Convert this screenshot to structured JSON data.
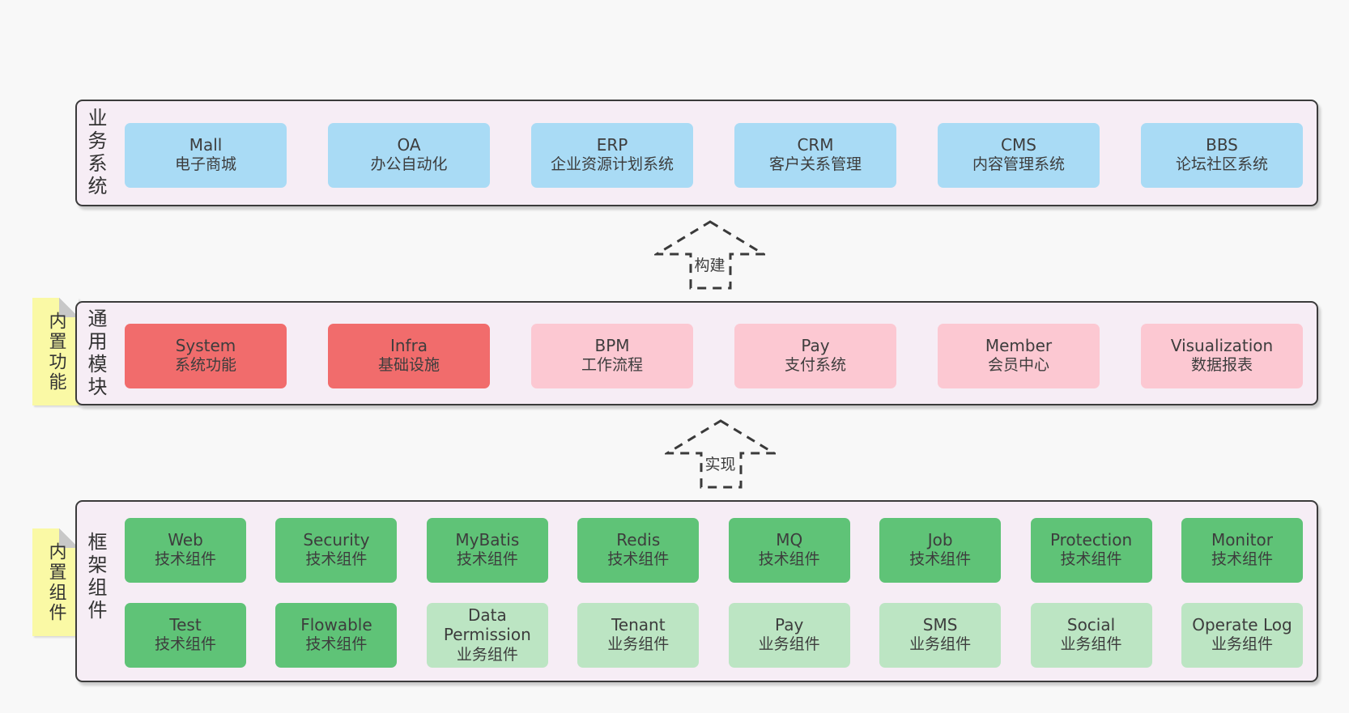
{
  "colors": {
    "page_background": "#f8f8f8",
    "band_fill": "#f6edf5",
    "band_border": "#3b3b3b",
    "box_blue": "#a9dbf5",
    "box_red": "#f16c6c",
    "box_pink": "#fcc8d2",
    "box_green_dark": "#5fc377",
    "box_green_light": "#bce5c3",
    "sticky_yellow": "#faf9a5",
    "sticky_fold_gray": "#c8c8c8",
    "text": "#3d3d3d"
  },
  "arrows": [
    {
      "label": "构建"
    },
    {
      "label": "实现"
    }
  ],
  "bands": [
    {
      "label": "业务系统",
      "boxes": [
        {
          "name": "Mall",
          "desc": "电子商城"
        },
        {
          "name": "OA",
          "desc": "办公自动化"
        },
        {
          "name": "ERP",
          "desc": "企业资源计划系统"
        },
        {
          "name": "CRM",
          "desc": "客户关系管理"
        },
        {
          "name": "CMS",
          "desc": "内容管理系统"
        },
        {
          "name": "BBS",
          "desc": "论坛社区系统"
        }
      ]
    },
    {
      "label": "通用模块",
      "sticky": "内置功能",
      "boxes": [
        {
          "name": "System",
          "desc": "系统功能",
          "variant": "red"
        },
        {
          "name": "Infra",
          "desc": "基础设施",
          "variant": "red"
        },
        {
          "name": "BPM",
          "desc": "工作流程",
          "variant": "pink"
        },
        {
          "name": "Pay",
          "desc": "支付系统",
          "variant": "pink"
        },
        {
          "name": "Member",
          "desc": "会员中心",
          "variant": "pink"
        },
        {
          "name": "Visualization",
          "desc": "数据报表",
          "variant": "pink"
        }
      ]
    },
    {
      "label": "框架组件",
      "sticky": "内置组件",
      "row1": [
        {
          "name": "Web",
          "desc": "技术组件",
          "variant": "green"
        },
        {
          "name": "Security",
          "desc": "技术组件",
          "variant": "green"
        },
        {
          "name": "MyBatis",
          "desc": "技术组件",
          "variant": "green"
        },
        {
          "name": "Redis",
          "desc": "技术组件",
          "variant": "green"
        },
        {
          "name": "MQ",
          "desc": "技术组件",
          "variant": "green"
        },
        {
          "name": "Job",
          "desc": "技术组件",
          "variant": "green"
        },
        {
          "name": "Protection",
          "desc": "技术组件",
          "variant": "green"
        },
        {
          "name": "Monitor",
          "desc": "技术组件",
          "variant": "green"
        }
      ],
      "row2": [
        {
          "name": "Test",
          "desc": "技术组件",
          "variant": "green"
        },
        {
          "name": "Flowable",
          "desc": "技术组件",
          "variant": "green"
        },
        {
          "name": "Data Permission",
          "desc": "业务组件",
          "variant": "green-light"
        },
        {
          "name": "Tenant",
          "desc": "业务组件",
          "variant": "green-light"
        },
        {
          "name": "Pay",
          "desc": "业务组件",
          "variant": "green-light"
        },
        {
          "name": "SMS",
          "desc": "业务组件",
          "variant": "green-light"
        },
        {
          "name": "Social",
          "desc": "业务组件",
          "variant": "green-light"
        },
        {
          "name": "Operate Log",
          "desc": "业务组件",
          "variant": "green-light"
        }
      ]
    }
  ]
}
